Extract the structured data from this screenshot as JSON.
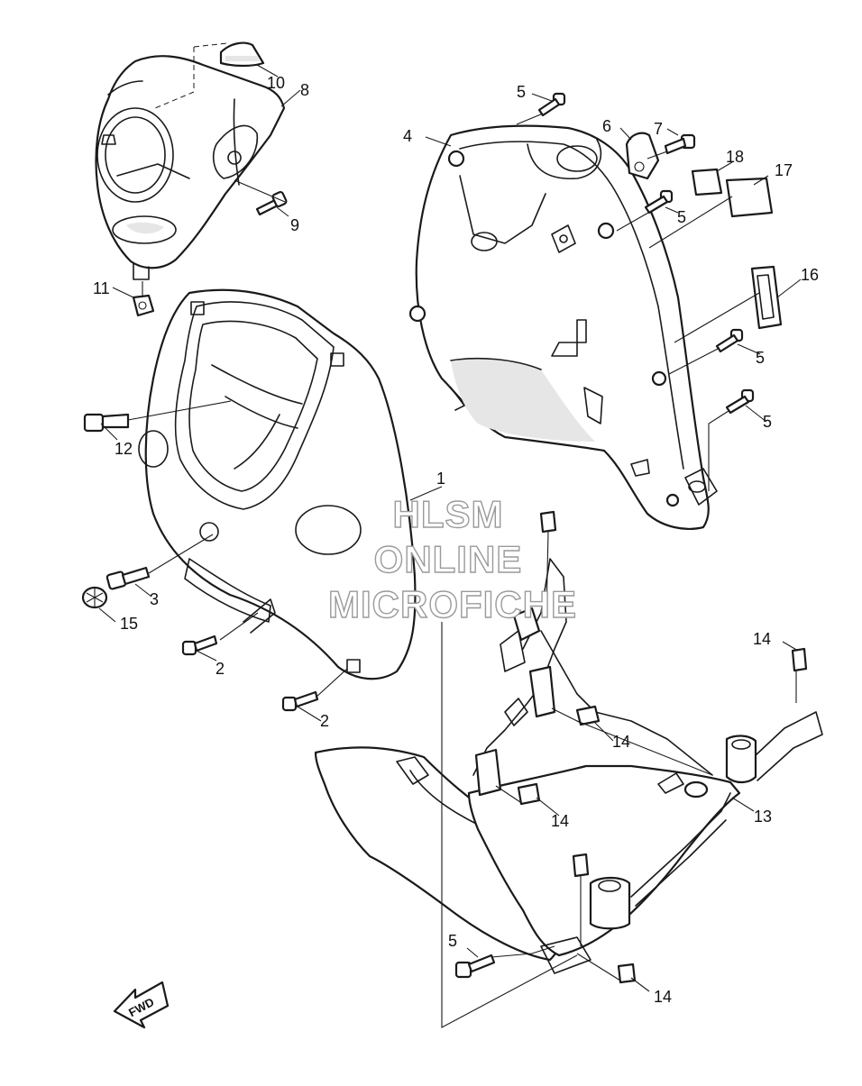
{
  "diagram": {
    "callouts": [
      "1",
      "2",
      "2",
      "3",
      "4",
      "5",
      "5",
      "5",
      "5",
      "5",
      "6",
      "7",
      "8",
      "9",
      "10",
      "11",
      "12",
      "13",
      "14",
      "14",
      "14",
      "14",
      "15",
      "16",
      "17",
      "18"
    ],
    "watermark": [
      "HLSM",
      "ONLINE",
      "MICROFICHE"
    ],
    "fwd_label": "FWD"
  }
}
